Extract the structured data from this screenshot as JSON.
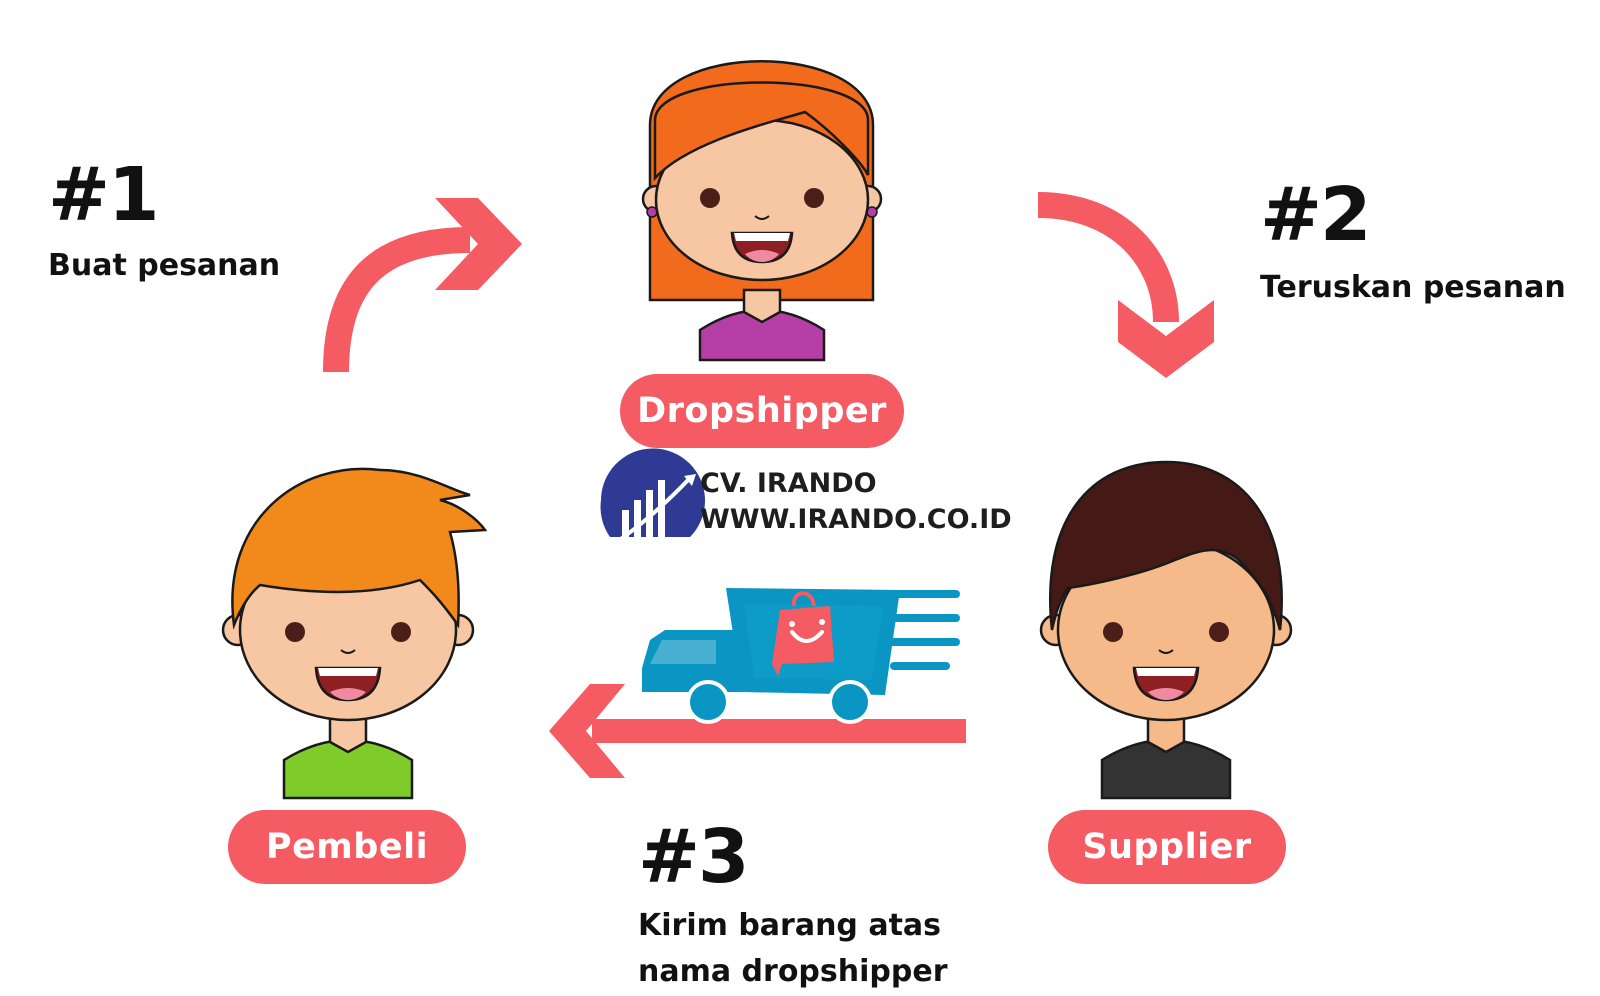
{
  "steps": [
    {
      "number": "#1",
      "label": "Buat pesanan"
    },
    {
      "number": "#2",
      "label": "Teruskan pesanan"
    },
    {
      "number": "#3",
      "label_line1": "Kirim barang atas",
      "label_line2": "nama dropshipper"
    }
  ],
  "roles": {
    "dropshipper": "Dropshipper",
    "buyer": "Pembeli",
    "supplier": "Supplier"
  },
  "watermark": {
    "company": "CV. IRANDO",
    "website": "WWW.IRANDO.CO.ID"
  },
  "colors": {
    "accent": "#f45b62",
    "dropshipper_hair": "#f26a1b",
    "dropshipper_shirt": "#b63fa6",
    "buyer_hair": "#f28a1b",
    "buyer_shirt": "#7ecb2a",
    "supplier_hair": "#451a16",
    "supplier_shirt": "#333333",
    "truck": "#0b95c2",
    "logo": "#2e3a94"
  },
  "icons": [
    "curved-arrow-icon",
    "curved-arrow-icon",
    "left-arrow-icon",
    "delivery-truck-icon",
    "shopping-bag-icon",
    "bar-chart-logo-icon"
  ]
}
